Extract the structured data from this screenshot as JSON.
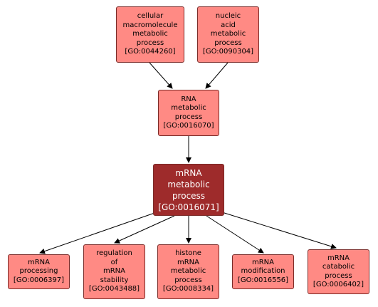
{
  "nodes": {
    "cellular_macromolecule": {
      "lines": [
        "cellular",
        "macromolecule",
        "metabolic",
        "process",
        "[GO:0044260]"
      ]
    },
    "nucleic_acid": {
      "lines": [
        "nucleic",
        "acid",
        "metabolic",
        "process",
        "[GO:0090304]"
      ]
    },
    "rna_metabolic": {
      "lines": [
        "RNA",
        "metabolic",
        "process",
        "[GO:0016070]"
      ]
    },
    "mrna_metabolic": {
      "lines": [
        "mRNA",
        "metabolic",
        "process",
        "[GO:0016071]"
      ]
    },
    "mrna_processing": {
      "lines": [
        "mRNA",
        "processing",
        "[GO:0006397]"
      ]
    },
    "regulation_mrna_stability": {
      "lines": [
        "regulation",
        "of",
        "mRNA",
        "stability",
        "[GO:0043488]"
      ]
    },
    "histone_mrna": {
      "lines": [
        "histone",
        "mRNA",
        "metabolic",
        "process",
        "[GO:0008334]"
      ]
    },
    "mrna_modification": {
      "lines": [
        "mRNA",
        "modification",
        "[GO:0016556]"
      ]
    },
    "mrna_catabolic": {
      "lines": [
        "mRNA",
        "catabolic",
        "process",
        "[GO:0006402]"
      ]
    }
  },
  "colors": {
    "node_fill": "#ff8a84",
    "node_border": "#7a2a27",
    "focus_fill": "#9e2b2b",
    "focus_text": "#ffffff",
    "edge": "#000000"
  }
}
